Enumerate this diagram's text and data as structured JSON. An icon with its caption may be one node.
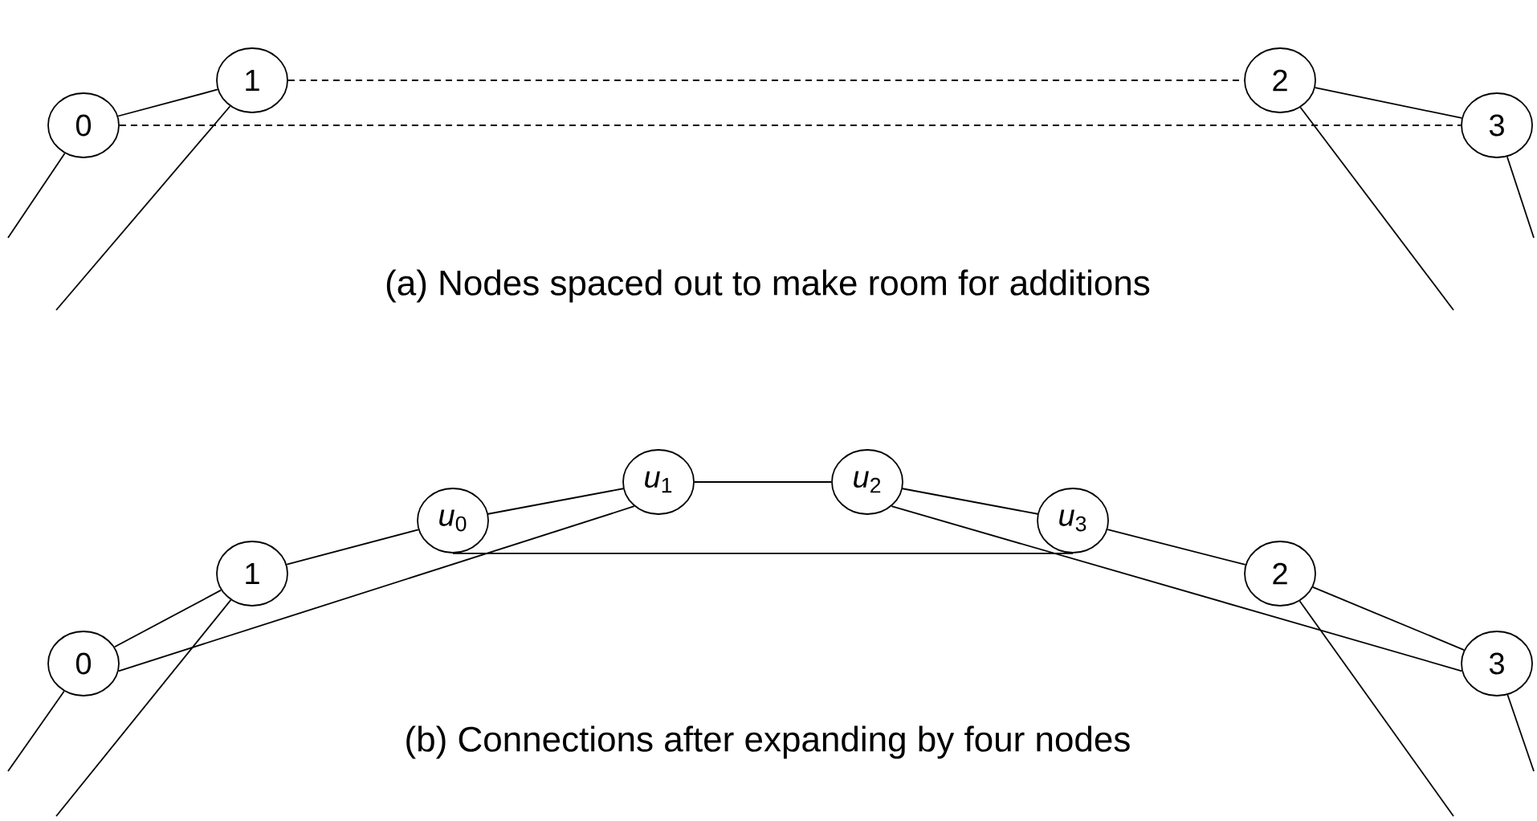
{
  "diagram": {
    "nodes": [
      {
        "text": [
          "0"
        ]
      },
      {
        "text": [
          "1"
        ]
      },
      {
        "text": [
          "2"
        ]
      },
      {
        "text": [
          "3"
        ]
      },
      {
        "text": [
          "0"
        ]
      },
      {
        "text": [
          "1"
        ]
      },
      {
        "text": [
          "*u*$_{0}$"
        ]
      },
      {
        "text": [
          "*u*$_{1}$"
        ]
      },
      {
        "text": [
          "*u*$_{2}$"
        ]
      },
      {
        "text": [
          "*u*$_{3}$"
        ]
      },
      {
        "text": [
          "2"
        ]
      },
      {
        "text": [
          "3"
        ]
      }
    ],
    "edges": [
      {
        "from": 0,
        "to": 1,
        "arrow": "none"
      },
      {
        "from": 1,
        "to": 2,
        "arrow": "none",
        "style": "dashed"
      },
      {
        "from": 0,
        "to": 3,
        "arrow": "none",
        "style": "dashed"
      },
      {
        "from": 2,
        "to": 3,
        "arrow": "none"
      },
      {
        "from": 0,
        "to": null,
        "arrow": "none"
      },
      {
        "from": 1,
        "to": null,
        "arrow": "none"
      },
      {
        "from": 2,
        "to": null,
        "arrow": "none"
      },
      {
        "from": 3,
        "to": null,
        "arrow": "none"
      },
      {
        "from": 4,
        "to": 5,
        "arrow": "none"
      },
      {
        "from": 5,
        "to": 6,
        "arrow": "none"
      },
      {
        "from": 6,
        "to": 7,
        "arrow": "none"
      },
      {
        "from": 7,
        "to": 8,
        "arrow": "none"
      },
      {
        "from": 8,
        "to": 9,
        "arrow": "none"
      },
      {
        "from": 9,
        "to": 10,
        "arrow": "none"
      },
      {
        "from": 10,
        "to": 11,
        "arrow": "none"
      },
      {
        "from": 4,
        "to": 7,
        "arrow": "none"
      },
      {
        "from": 6,
        "to": 9,
        "arrow": "none"
      },
      {
        "from": 8,
        "to": 11,
        "arrow": "none"
      },
      {
        "from": 4,
        "to": null,
        "arrow": "none"
      },
      {
        "from": 5,
        "to": null,
        "arrow": "none"
      },
      {
        "from": 10,
        "to": null,
        "arrow": "none"
      },
      {
        "from": 11,
        "to": null,
        "arrow": "none"
      }
    ],
    "labels": [
      "(a) Nodes spaced out to make room for additions",
      "(b) Connections after expanding by four nodes"
    ]
  }
}
